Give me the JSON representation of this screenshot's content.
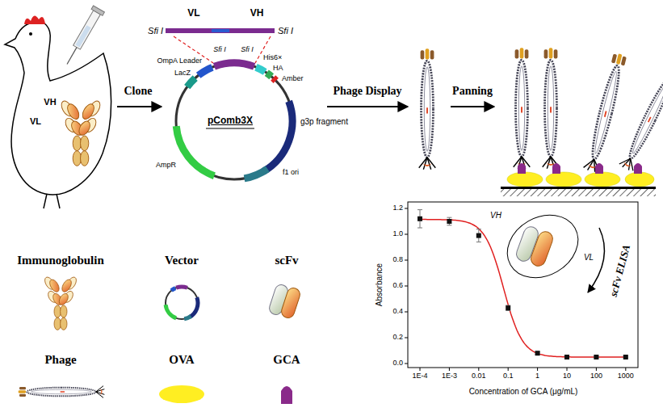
{
  "diagram": {
    "labels": [
      "VH",
      "VL",
      "Clone",
      "Sfi I",
      "VL",
      "VH",
      "Sfi I",
      "OmpA Leader",
      "LacZ",
      "Sfi I",
      "Sfi I",
      "His6×",
      "HA",
      "Amber",
      "pComb3X",
      "g3p fragment",
      "AmpR",
      "f1 ori",
      "Phage Display",
      "Panning",
      "1.2",
      "1.0",
      "0.8",
      "0.6",
      "0.4",
      "0.2",
      "0.0",
      "1E-4",
      "1E-3",
      "0.01",
      "0.1",
      "1",
      "10",
      "100",
      "1000",
      "Absorbance",
      "Concentration of GCA (μg/mL)",
      "VH",
      "VL",
      "scFv ELISA"
    ],
    "legend": [
      {
        "text": "Immunoglobulin"
      },
      {
        "text": "Vector"
      },
      {
        "text": "scFv"
      },
      {
        "text": "Phage"
      },
      {
        "text": "OVA"
      },
      {
        "text": "GCA"
      }
    ]
  }
}
